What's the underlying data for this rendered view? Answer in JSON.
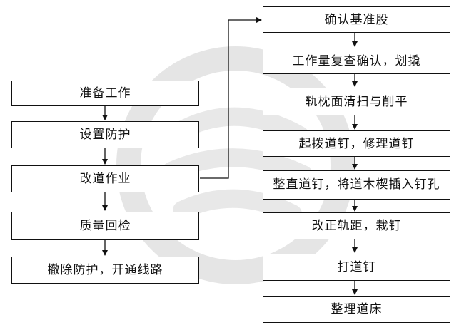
{
  "left_steps": [
    {
      "id": "prepare",
      "label": "准备工作"
    },
    {
      "id": "set-protection",
      "label": "设置防护"
    },
    {
      "id": "modify-track",
      "label": "改道作业"
    },
    {
      "id": "quality-check",
      "label": "质量回检"
    },
    {
      "id": "remove-protection",
      "label": "撤除防护，开通线路"
    }
  ],
  "right_steps": [
    {
      "id": "confirm-base-rail",
      "label": "确认基准股"
    },
    {
      "id": "review-workload",
      "label": "工作量复查确认，划撬"
    },
    {
      "id": "clean-tie-surface",
      "label": "轨枕面清扫与削平"
    },
    {
      "id": "pull-spikes",
      "label": "起拨道钉，修理道钉"
    },
    {
      "id": "straighten-spikes",
      "label": "整直道钉，将道木楔插入钉孔"
    },
    {
      "id": "correct-gauge",
      "label": "改正轨距，栽钉"
    },
    {
      "id": "drive-spikes",
      "label": "打道钉"
    },
    {
      "id": "tidy-ballast",
      "label": "整理道床"
    }
  ],
  "colors": {
    "stroke": "#111111",
    "watermark": "#dcdcdc"
  }
}
